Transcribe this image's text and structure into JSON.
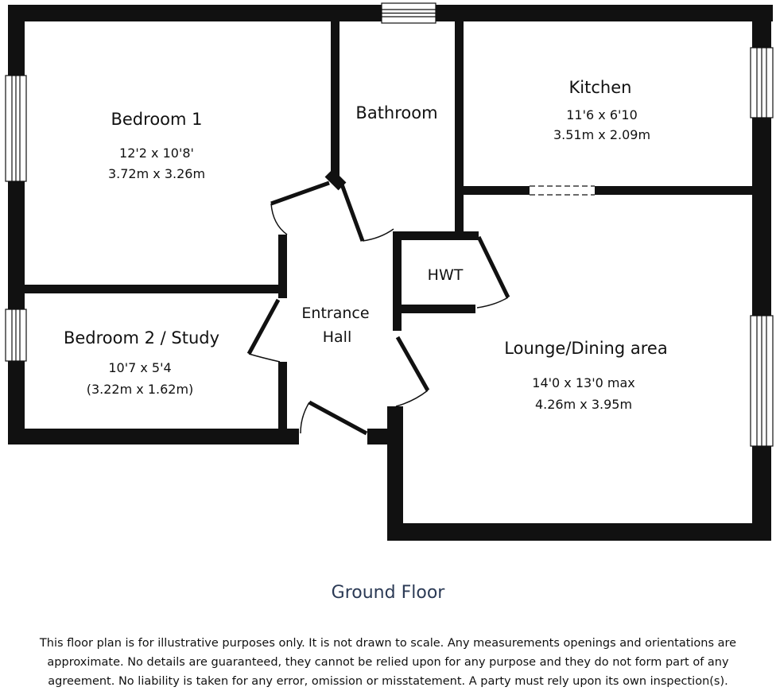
{
  "floor_title": "Ground Floor",
  "rooms": {
    "bedroom1": {
      "name": "Bedroom 1",
      "dim_imperial": "12'2 x 10'8'",
      "dim_metric": "3.72m x 3.26m"
    },
    "bathroom": {
      "name": "Bathroom"
    },
    "kitchen": {
      "name": "Kitchen",
      "dim_imperial": "11'6 x 6'10",
      "dim_metric": "3.51m x 2.09m"
    },
    "hwt": {
      "name": "HWT"
    },
    "entrance": {
      "name_line1": "Entrance",
      "name_line2": "Hall"
    },
    "bedroom2": {
      "name": "Bedroom 2 / Study",
      "dim_imperial": "10'7 x 5'4",
      "dim_metric": "(3.22m x 1.62m)"
    },
    "lounge": {
      "name": "Lounge/Dining area",
      "dim_imperial": "14'0 x 13'0 max",
      "dim_metric": "4.26m x 3.95m"
    }
  },
  "disclaimer": "This floor plan is for illustrative purposes only. It is not drawn to scale. Any measurements openings and orientations are approximate. No details are guaranteed, they cannot be relied upon for any purpose and they do not form part of any agreement. No liability is taken for any error, omission or misstatement. A party must rely upon its own inspection(s).",
  "colors": {
    "wall": "#111111",
    "title": "#2b3a55",
    "window": "#ffffff"
  }
}
